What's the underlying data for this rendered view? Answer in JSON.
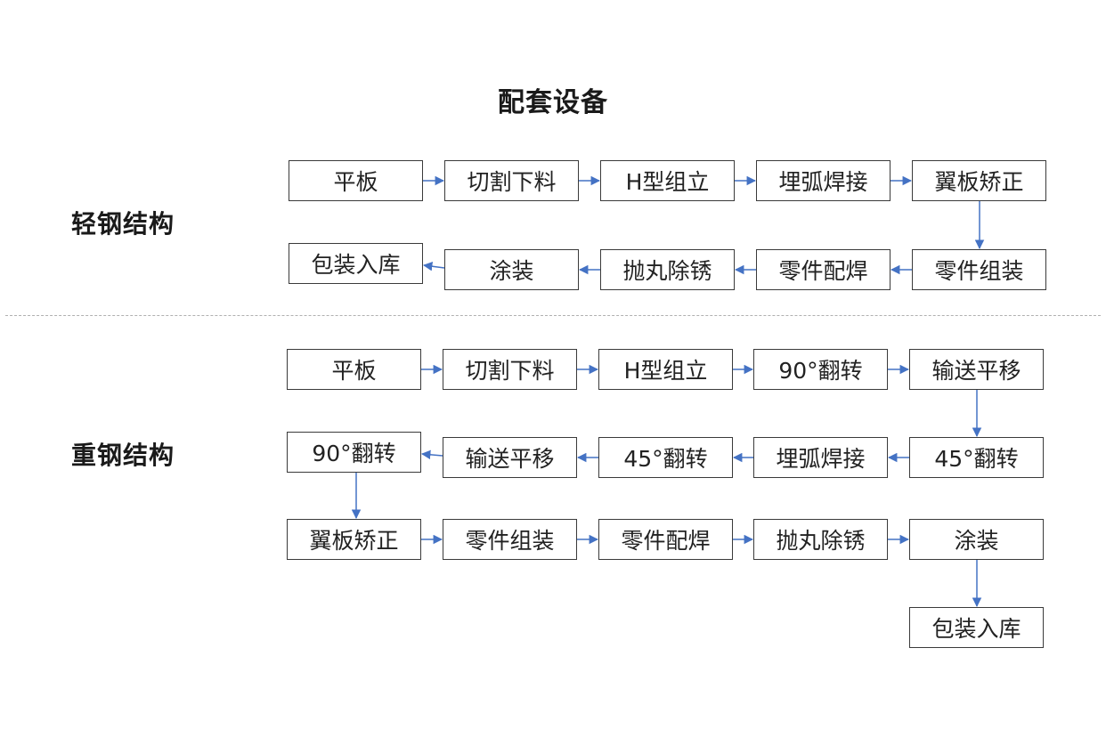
{
  "title": "配套设备",
  "light": {
    "label": "轻钢结构",
    "row1": [
      "平板",
      "切割下料",
      "H型组立",
      "埋弧焊接",
      "翼板矫正"
    ],
    "row2": [
      "包装入库",
      "涂装",
      "抛丸除锈",
      "零件配焊",
      "零件组装"
    ]
  },
  "heavy": {
    "label": "重钢结构",
    "row1": [
      "平板",
      "切割下料",
      "H型组立",
      "90°翻转",
      "输送平移"
    ],
    "row2": [
      "90°翻转",
      "输送平移",
      "45°翻转",
      "埋弧焊接",
      "45°翻转"
    ],
    "row3": [
      "翼板矫正",
      "零件组装",
      "零件配焊",
      "抛丸除锈",
      "涂装"
    ],
    "row4": [
      "包装入库"
    ]
  },
  "colors": {
    "arrow": "#4472c4",
    "border": "#3a3a3a"
  }
}
